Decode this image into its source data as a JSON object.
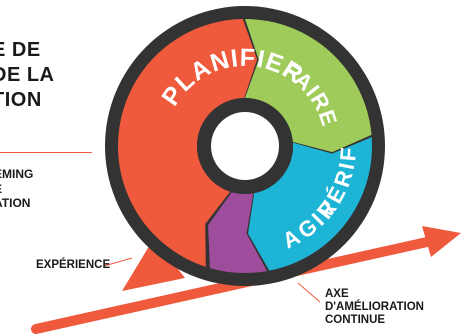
{
  "title_lines": [
    "E DE",
    "DE LA",
    "TION"
  ],
  "subtitle_lines": [
    "EMING",
    "E",
    "ATION"
  ],
  "cycle": [
    {
      "label": "PLANIFIER",
      "color": "#ef5a3c"
    },
    {
      "label": "FAIRE",
      "color": "#9fcb5a"
    },
    {
      "label": "VÉRIFIER",
      "color": "#1eb4d6"
    },
    {
      "label": "AGIR",
      "color": "#9e4d9c"
    }
  ],
  "labels": {
    "experience": "EXPÉRIENCE",
    "axis_lines": [
      "AXE",
      "D'AMÉLIORATION",
      "CONTINUE"
    ]
  },
  "colors": {
    "wheel_rim": "#333333",
    "arrow": "#ef5a3c",
    "text": "#1a1a1a"
  }
}
